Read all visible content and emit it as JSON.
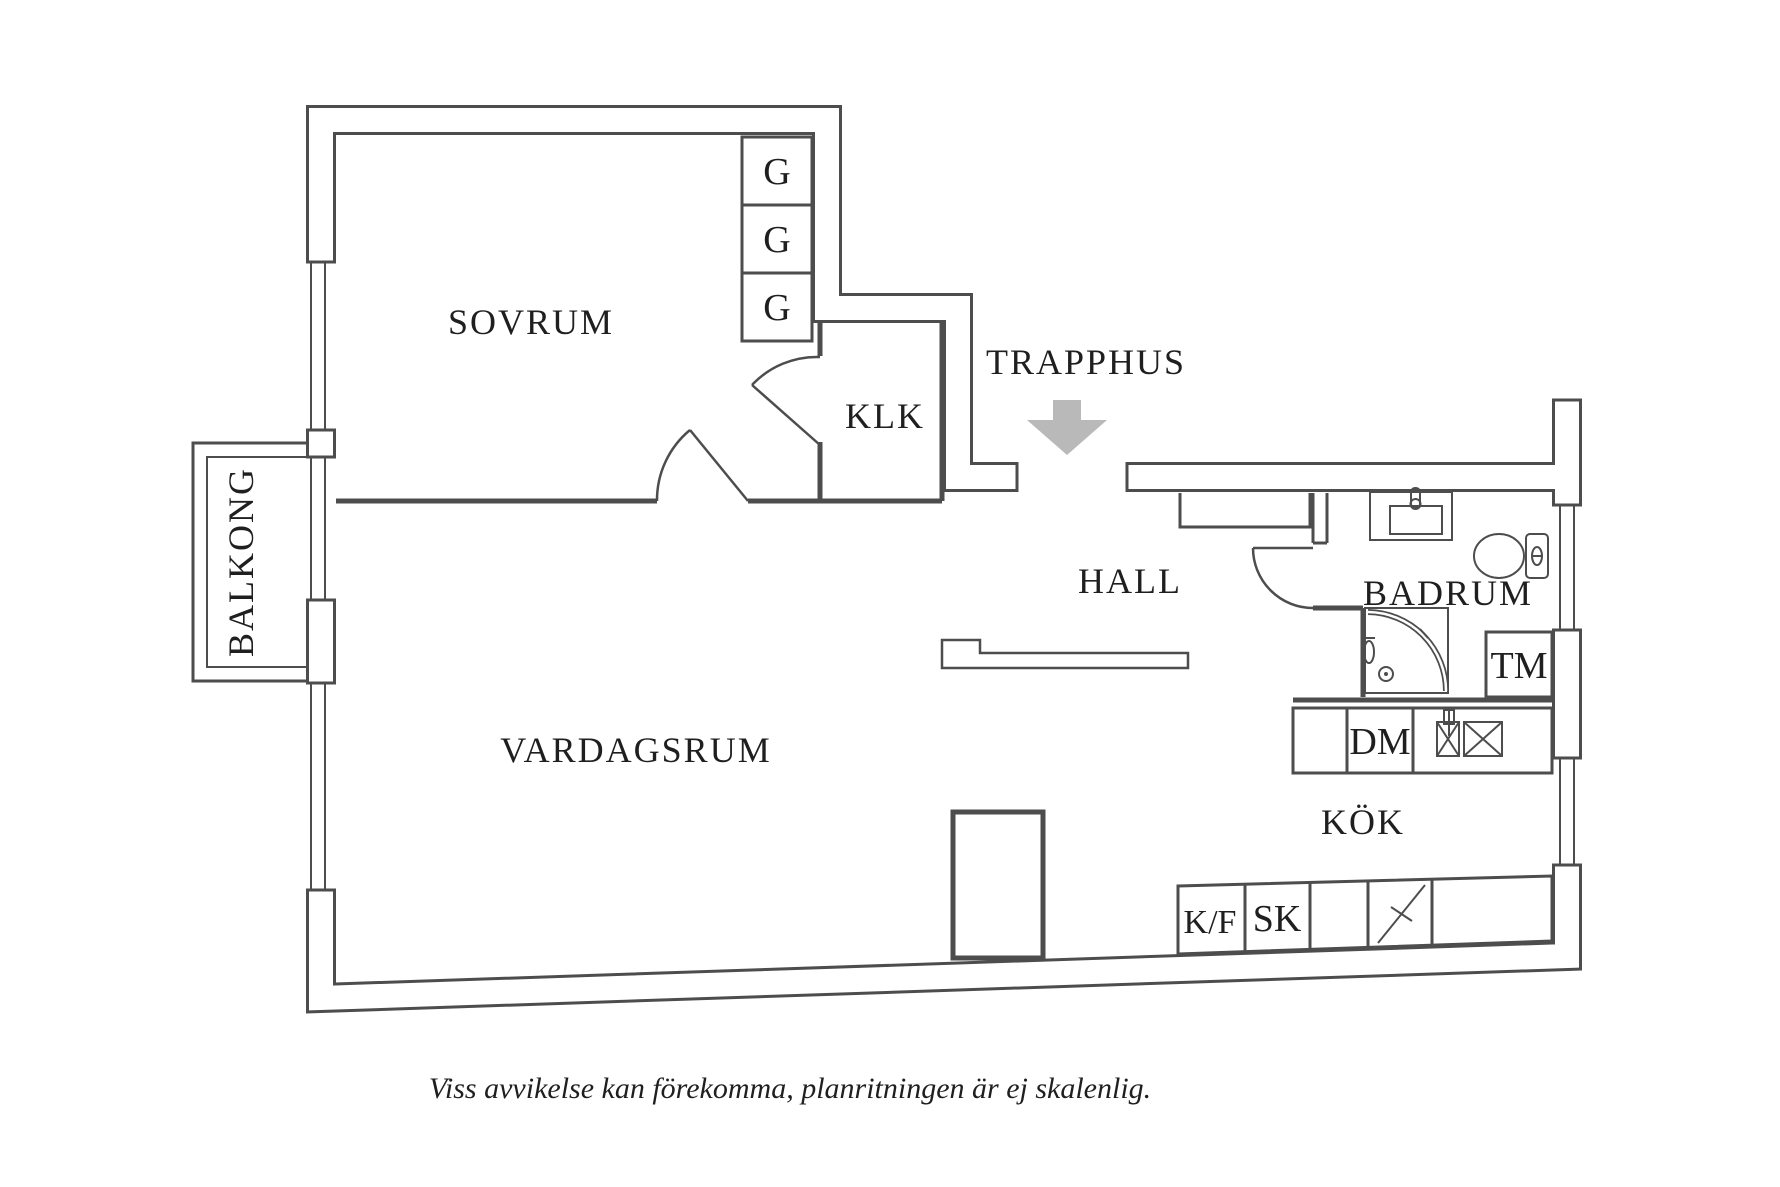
{
  "plan": {
    "rooms": {
      "sovrum": {
        "label": "SOVRUM"
      },
      "klk": {
        "label": "KLK"
      },
      "trapphus": {
        "label": "TRAPPHUS"
      },
      "hall": {
        "label": "HALL"
      },
      "badrum": {
        "label": "BADRUM"
      },
      "vardagsrum": {
        "label": "VARDAGSRUM"
      },
      "kok": {
        "label": "KÖK"
      },
      "balkong": {
        "label": "BALKONG"
      }
    },
    "fixtures": {
      "wardrobe1": "G",
      "wardrobe2": "G",
      "wardrobe3": "G",
      "washing_machine": "TM",
      "dishwasher": "DM",
      "fridge_freezer": "K/F",
      "cabinet": "SK"
    },
    "caption": "Viss avvikelse kan förekomma, planritningen är ej skalenlig.",
    "icons": {
      "entry_arrow": "down-arrow-icon",
      "toilet": "toilet-icon",
      "sink": "sink-icon",
      "shower": "corner-shower-icon",
      "stove": "stove-icon",
      "kitchen_sink": "double-sink-icon"
    },
    "colors": {
      "wall": "#4d4d4d",
      "text": "#1f1f1f",
      "arrow": "#b9b9b9",
      "background": "#ffffff"
    }
  }
}
